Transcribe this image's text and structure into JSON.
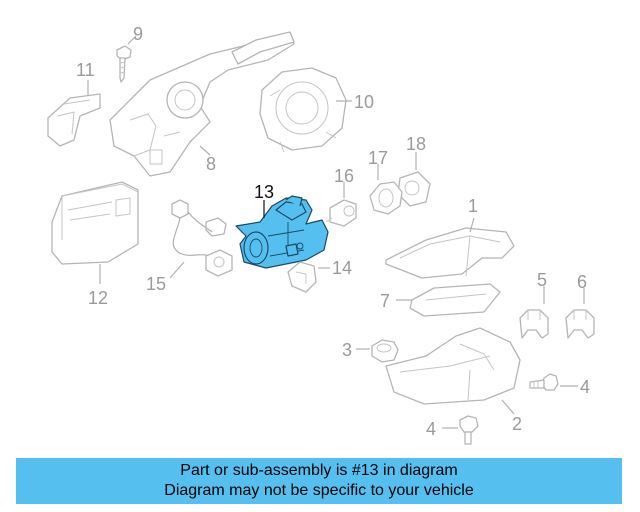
{
  "callouts": {
    "c1": "1",
    "c2": "2",
    "c3": "3",
    "c4a": "4",
    "c4b": "4",
    "c5": "5",
    "c6": "6",
    "c7": "7",
    "c8": "8",
    "c9": "9",
    "c10": "10",
    "c11": "11",
    "c12": "12",
    "c13": "13",
    "c14": "14",
    "c15": "15",
    "c16": "16",
    "c17": "17",
    "c18": "18"
  },
  "highlight_color": "#55c0ef",
  "banner": {
    "line1": "Part or sub-assembly is #13 in diagram",
    "line2": "Diagram may not be specific to your vehicle"
  }
}
